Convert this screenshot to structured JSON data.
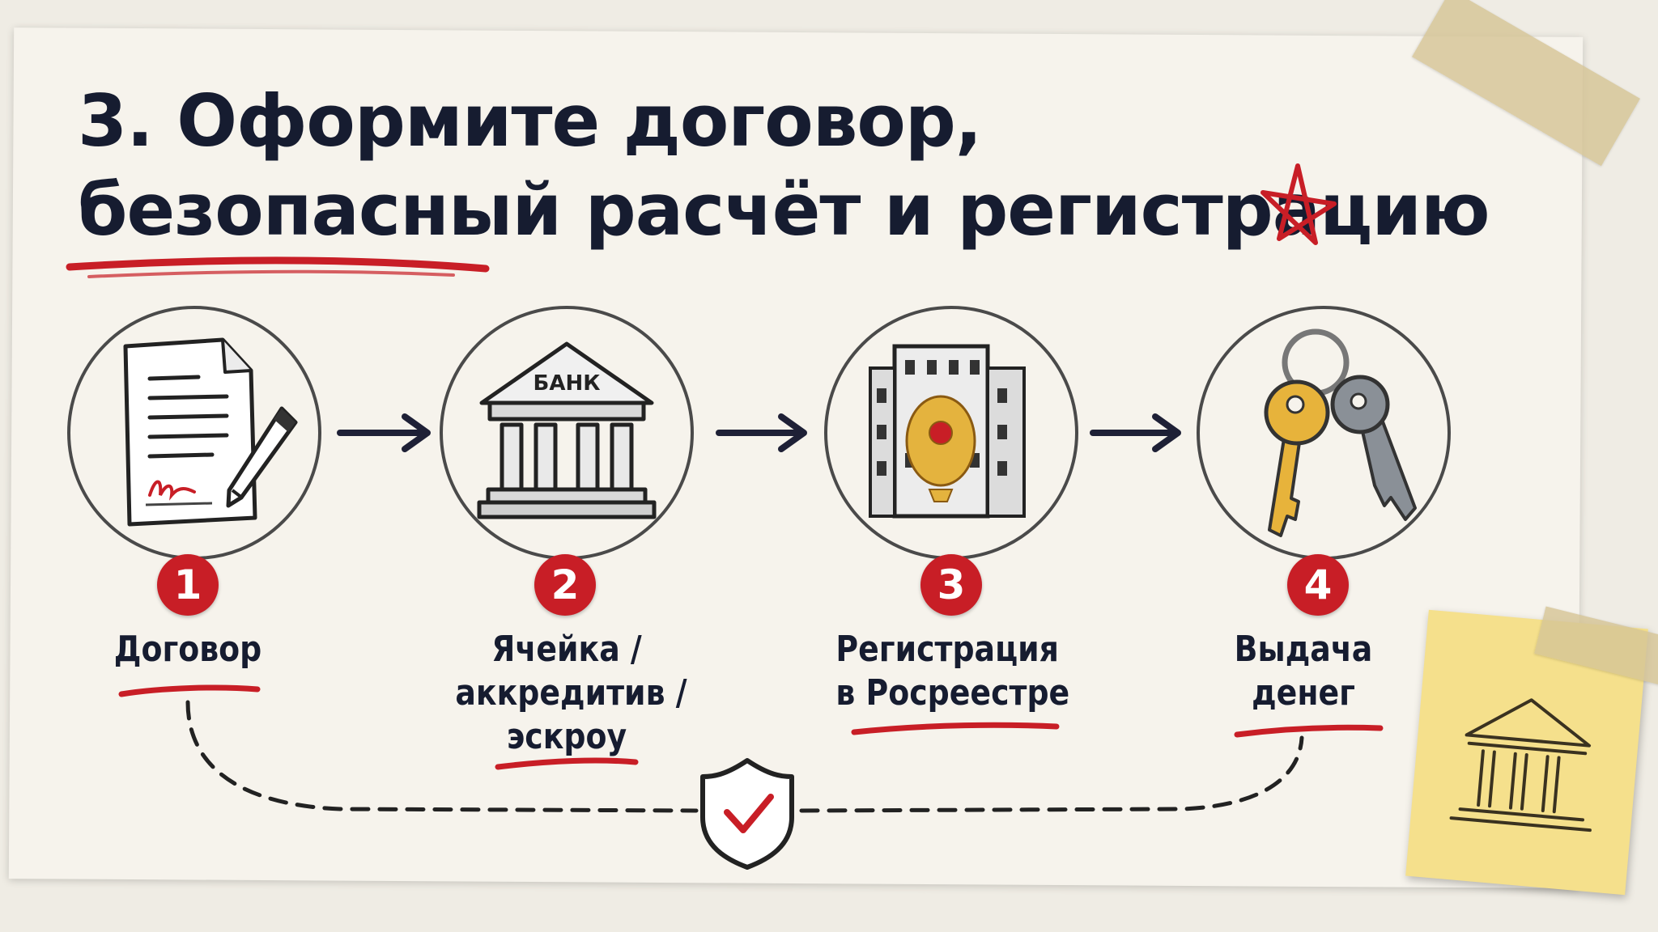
{
  "title": {
    "line1": "3. Оформите договор,",
    "line2": "безопасный расчёт и регистрацию"
  },
  "steps": [
    {
      "number": "1",
      "lines": [
        "Договор"
      ],
      "icon": "contract-document-icon"
    },
    {
      "number": "2",
      "lines": [
        "Ячейка /",
        "аккредитив /",
        "эскроу"
      ],
      "icon": "bank-building-icon",
      "icon_text": "БАНК"
    },
    {
      "number": "3",
      "lines": [
        "Регистрация",
        "в Росреестре"
      ],
      "icon": "registry-building-icon"
    },
    {
      "number": "4",
      "lines": [
        "Выдача",
        "денег"
      ],
      "icon": "keys-icon"
    }
  ],
  "decorations": {
    "star": "star-icon",
    "shield": "shield-check-icon",
    "sticky_note": "bank-building-sketch-icon"
  },
  "colors": {
    "ink": "#161c30",
    "accent_red": "#c81e26",
    "paper": "#f6f3ec",
    "sticky_note": "#f5e08c",
    "key_gold": "#e7b33b",
    "key_gray": "#8a9097"
  }
}
